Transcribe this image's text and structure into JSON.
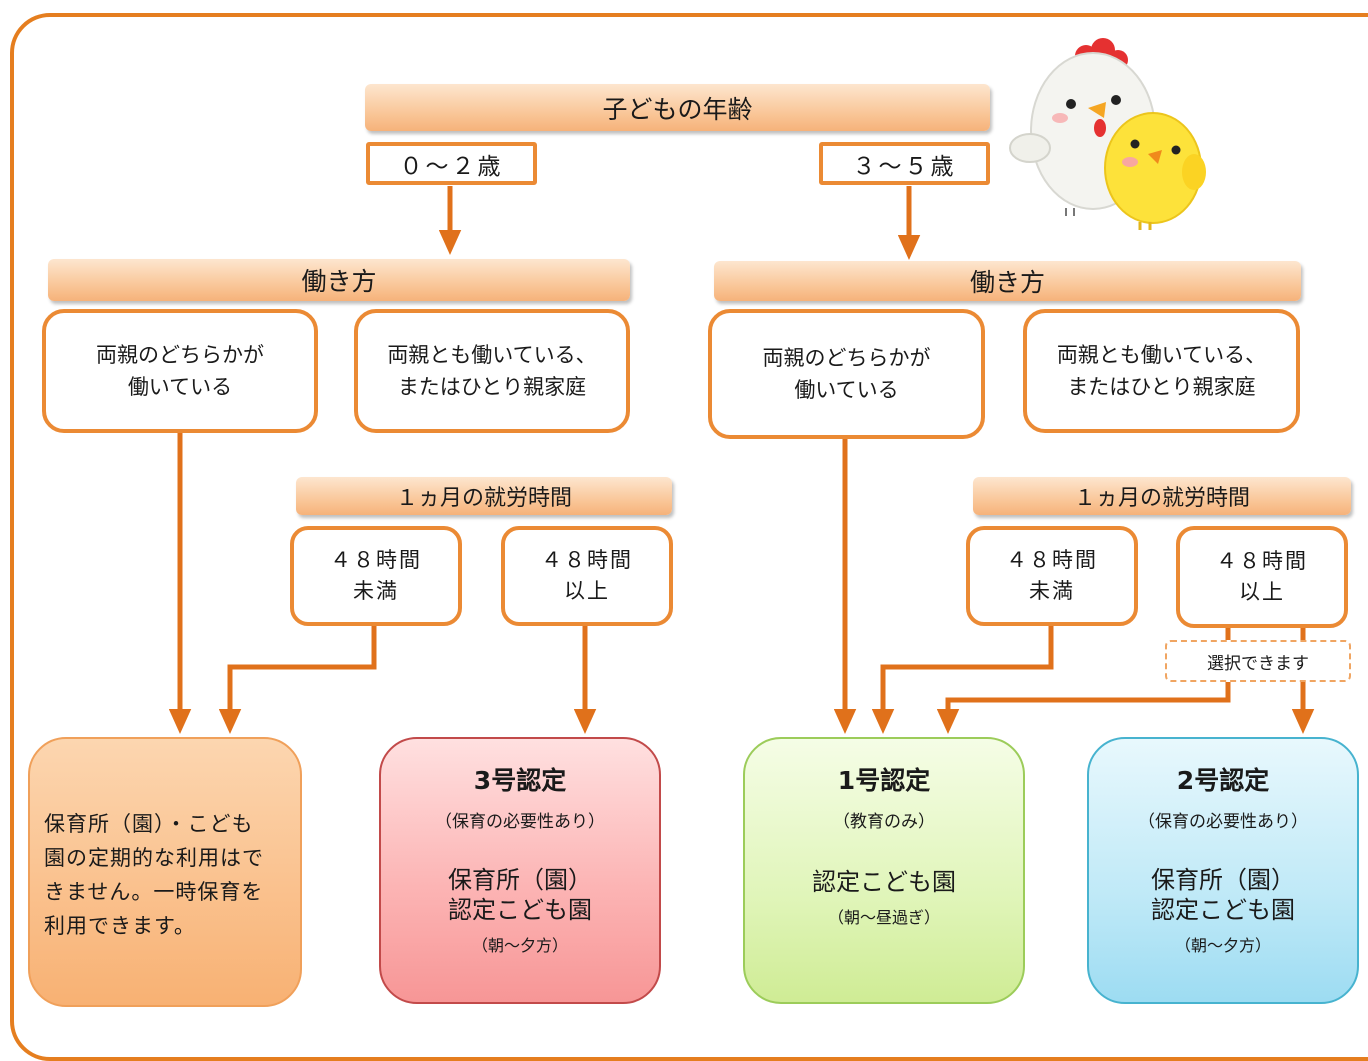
{
  "header": {
    "label": "子どもの年齢"
  },
  "ages": {
    "left": "０～２歳",
    "right": "３～５歳"
  },
  "left_branch": {
    "work_label": "働き方",
    "one_parent": [
      "両親のどちらかが",
      "働いている"
    ],
    "both_parents": [
      "両親とも働いている、",
      "またはひとり親家庭"
    ],
    "hours_label": "１ヵ月の就労時間",
    "under48": [
      "４８時間",
      "未満"
    ],
    "over48": [
      "４８時間",
      "以上"
    ]
  },
  "right_branch": {
    "work_label": "働き方",
    "one_parent": [
      "両親のどちらかが",
      "働いている"
    ],
    "both_parents": [
      "両親とも働いている、",
      "またはひとり親家庭"
    ],
    "hours_label": "１ヵ月の就労時間",
    "under48": [
      "４８時間",
      "未満"
    ],
    "over48": [
      "４８時間",
      "以上"
    ],
    "choice_note": "選択できます"
  },
  "results": {
    "none": {
      "text": [
        "保育所（園）・こども",
        "園の定期的な利用はで",
        "きません。一時保育を",
        "利用できます。"
      ]
    },
    "cert3": {
      "title": "3号認定",
      "subtitle": "（保育の必要性あり）",
      "facilities": [
        "保育所（園）",
        "認定こども園"
      ],
      "time": "（朝～夕方）"
    },
    "cert1": {
      "title": "1号認定",
      "subtitle": "（教育のみ）",
      "facilities": [
        "認定こども園"
      ],
      "time": "（朝～昼過ぎ）"
    },
    "cert2": {
      "title": "2号認定",
      "subtitle": "（保育の必要性あり）",
      "facilities": [
        "保育所（園）",
        "認定こども園"
      ],
      "time": "（朝～夕方）"
    }
  },
  "colors": {
    "accent": "#e57e1f",
    "cert3": "#fcb5b5",
    "cert1": "#e0f5b9",
    "cert2": "#bfe9f7"
  }
}
